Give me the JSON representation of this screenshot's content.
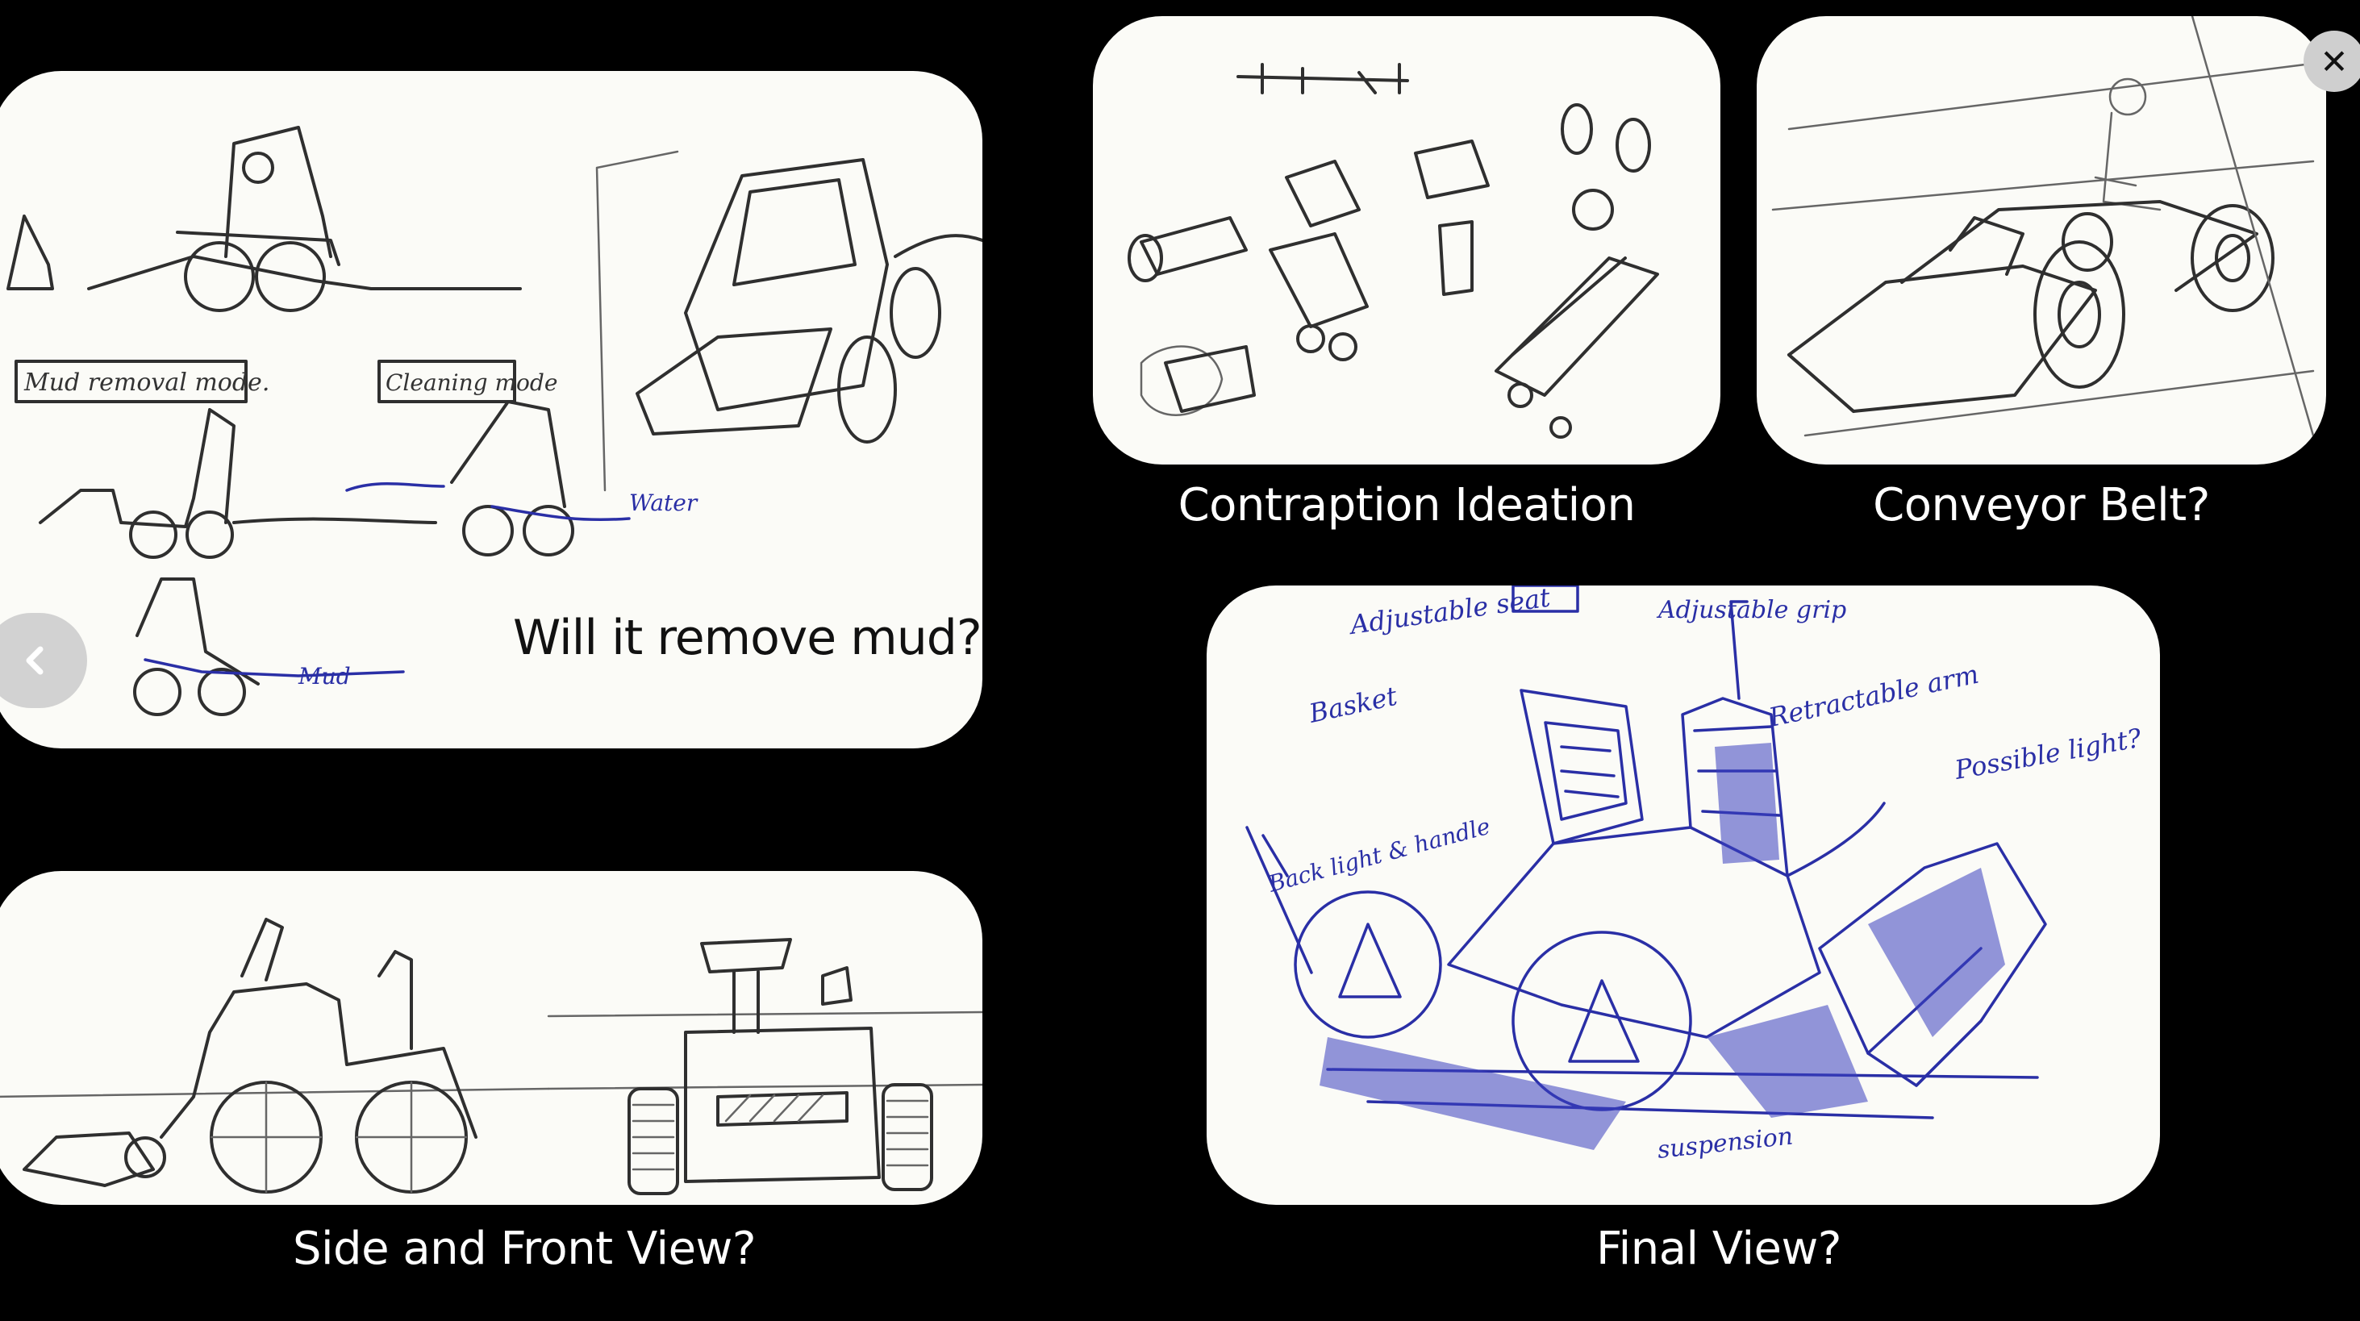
{
  "captions": {
    "contraption": "Contraption Ideation",
    "conveyor": "Conveyor Belt?",
    "side_front": "Side and Front View?",
    "final": "Final View?"
  },
  "overlay": {
    "question": "Will it remove mud?"
  },
  "sketch_labels": {
    "mud_removal": "Mud removal mode.",
    "cleaning": "Cleaning mode",
    "water": "Water",
    "mud": "Mud",
    "adjustable_seat": "Adjustable seat",
    "adjustable_grip": "Adjustable grip",
    "basket": "Basket",
    "retractable_arm": "Retractable arm",
    "possible_light": "Possible light?",
    "back_light": "Back light & handle",
    "suspension": "suspension"
  },
  "controls": {
    "prev_icon": "chevron-left-icon",
    "close_icon": "close-icon",
    "close_glyph": "✕",
    "prev_glyph": "‹"
  }
}
